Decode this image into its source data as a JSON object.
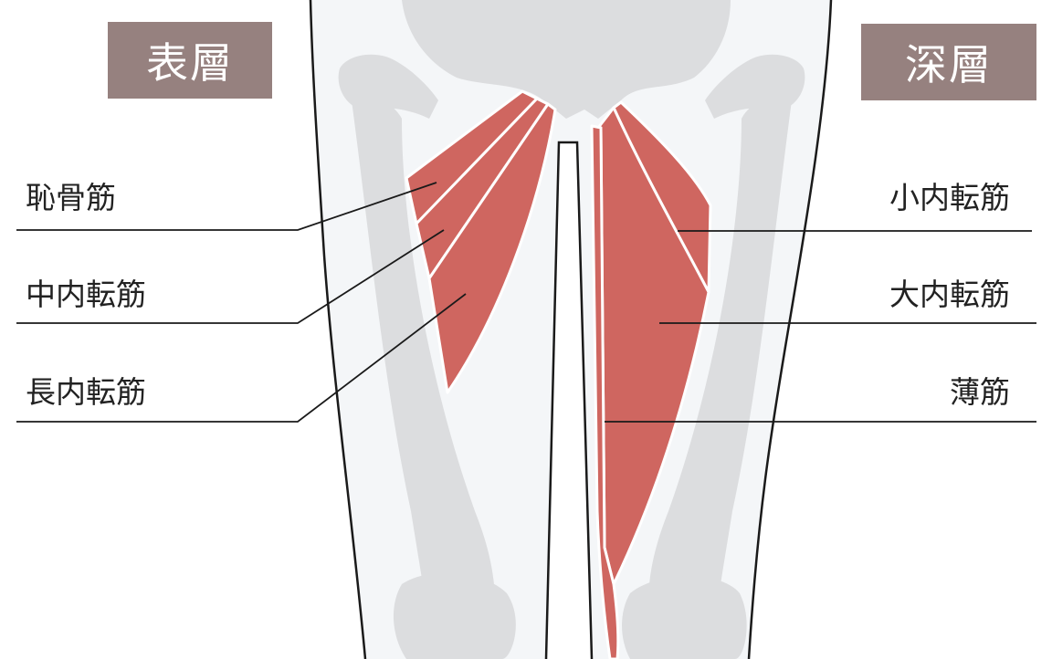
{
  "layers": {
    "superficial": "表層",
    "deep": "深層"
  },
  "labels": {
    "left": [
      "恥骨筋",
      "中内転筋",
      "長内転筋"
    ],
    "right": [
      "小内転筋",
      "大内転筋",
      "薄筋"
    ]
  },
  "colors": {
    "muscle": "#cf6660",
    "bone": "#dcdddf",
    "skin": "#f4f6f8",
    "badge": "#96817f",
    "outline": "#1a1a1a"
  }
}
